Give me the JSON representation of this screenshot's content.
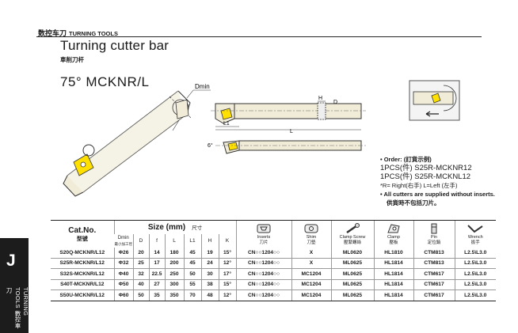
{
  "header": {
    "cn": "数控车刀",
    "en": "TURNING TOOLS"
  },
  "title": "Turning cutter bar",
  "subtitle": "車削刀杆",
  "model": "75°  MCKNR/L",
  "drawing": {
    "dmin": "Dmin",
    "h": "H",
    "d": "D",
    "l1": "L1",
    "l": "L",
    "angle": "6°"
  },
  "order": {
    "heading": "Order: (訂貨示例)",
    "line1": "1PCS(件) S25R-MCKNR12",
    "line2": "1PCS(件) S25R-MCKNL12",
    "note_r": "*R= Right(右手)   L=Left (左手)",
    "note2_en": "All cutters are supplied without inserts.",
    "note2_cn": "供貨時不包括刀片。"
  },
  "side_tab": {
    "letter": "J",
    "vertical_text": "TURNING TOOLS 數控車刀"
  },
  "table": {
    "cat_en": "Cat.No.",
    "cat_cn": "型號",
    "size_en": "Size (mm)",
    "size_cn": "尺寸",
    "dmin_label": "Dmin",
    "dmin_cn": "最小加工徑",
    "dims": [
      "D",
      "f",
      "L",
      "L1",
      "H",
      "K"
    ],
    "parts": [
      {
        "en": "Inserts",
        "cn": "刀片",
        "icon": "insert-icon"
      },
      {
        "en": "Shim",
        "cn": "刀墊",
        "icon": "shim-icon"
      },
      {
        "en": "Clamp Screw",
        "cn": "壓緊螺絲",
        "icon": "screw-icon"
      },
      {
        "en": "Clamp",
        "cn": "壓板",
        "icon": "clamp-icon"
      },
      {
        "en": "Pin",
        "cn": "定位銷",
        "icon": "pin-icon"
      },
      {
        "en": "Wrench",
        "cn": "扳手",
        "icon": "wrench-icon"
      }
    ],
    "rows": [
      [
        "S20Q-MCKNR/L12",
        "Φ26",
        "20",
        "14",
        "180",
        "45",
        "19",
        "15°",
        "CN○○1204○○",
        "X",
        "ML0620",
        "HL1810",
        "CTM813",
        "L2.5\\L3.0"
      ],
      [
        "S25R-MCKNR/L12",
        "Φ32",
        "25",
        "17",
        "200",
        "45",
        "24",
        "12°",
        "CN○○1204○○",
        "X",
        "ML0625",
        "HL1814",
        "CTM813",
        "L2.5\\L3.0"
      ],
      [
        "S32S-MCKNR/L12",
        "Φ40",
        "32",
        "22.5",
        "250",
        "50",
        "30",
        "17°",
        "CN○○1204○○",
        "MC1204",
        "ML0625",
        "HL1814",
        "CTM617",
        "L2.5\\L3.0"
      ],
      [
        "S40T-MCKNR/L12",
        "Φ50",
        "40",
        "27",
        "300",
        "55",
        "38",
        "15°",
        "CN○○1204○○",
        "MC1204",
        "ML0625",
        "HL1814",
        "CTM617",
        "L2.5\\L3.0"
      ],
      [
        "S50U-MCKNR/L12",
        "Φ60",
        "50",
        "35",
        "350",
        "70",
        "48",
        "12°",
        "CN○○1204○○",
        "MC1204",
        "ML0625",
        "HL1814",
        "CTM617",
        "L2.5\\L3.0"
      ]
    ]
  }
}
